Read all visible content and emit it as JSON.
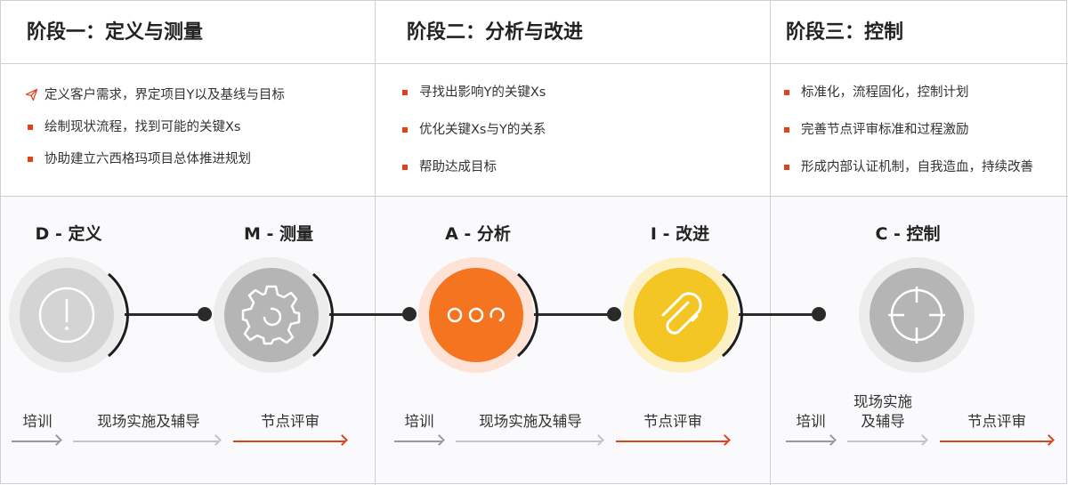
{
  "phases": [
    {
      "title": "阶段一：定义与测量",
      "items": [
        "定义客户需求，界定项目Y以及基线与目标",
        "绘制现状流程，找到可能的关键Xs",
        "协助建立六西格玛项目总体推进规划"
      ]
    },
    {
      "title": "阶段二：分析与改进",
      "items": [
        "寻找出影响Y的关键Xs",
        "优化关键Xs与Y的关系",
        "帮助达成目标"
      ]
    },
    {
      "title": "阶段三：控制",
      "items": [
        "标准化，流程固化，控制计划",
        "完善节点评审标准和过程激励",
        "形成内部认证机制，自我造血，持续改善"
      ]
    }
  ],
  "steps": [
    {
      "label": "D - 定义",
      "icon": "exclamation-icon"
    },
    {
      "label": "M - 测量",
      "icon": "gear-icon"
    },
    {
      "label": "A - 分析",
      "icon": "three-dots-icon"
    },
    {
      "label": "I - 改进",
      "icon": "paperclip-icon"
    },
    {
      "label": "C - 控制",
      "icon": "target-icon"
    }
  ],
  "process": {
    "phase1": [
      "培训",
      "现场实施及辅导",
      "节点评审"
    ],
    "phase2": [
      "培训",
      "现场实施及辅导",
      "节点评审"
    ],
    "phase3": [
      "培训",
      "现场实施\n及辅导",
      "节点评审"
    ]
  },
  "colors": {
    "accent": "#e1421c",
    "orange": "#f57420",
    "yellow": "#f3c623",
    "gray": "#b5b5b5",
    "light_gray": "#d4d4d4",
    "arrow_gray": "#9a9a9a",
    "arrow_light": "#c4c4c4"
  }
}
